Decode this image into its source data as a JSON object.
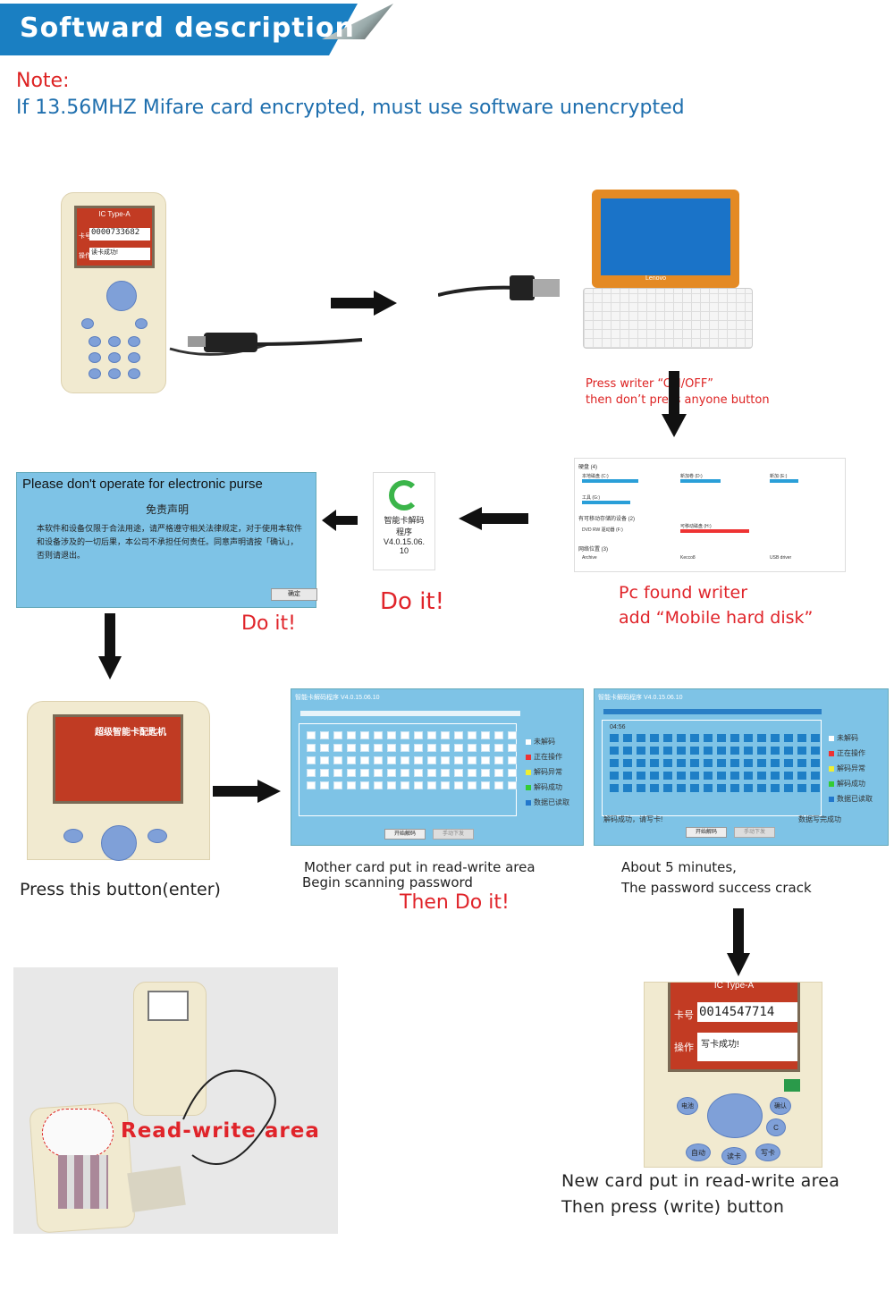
{
  "header": {
    "title": "Softward description"
  },
  "note": {
    "label": "Note:",
    "text": "If 13.56MHZ Mifare card encrypted, must use software unencrypted"
  },
  "step1": {
    "screen_title": "IC Type-A",
    "card_label": "卡号",
    "card_no": "0000733682",
    "op_label": "操作",
    "op_value": "读卡成功!"
  },
  "step2": {
    "laptop_brand": "Lenovo",
    "line1": "Press writer “ON/OFF”",
    "line2": "then don’t press anyone button"
  },
  "step3": {
    "disclaimer_title": "Please don't operate for electronic purse",
    "disclaimer_heading": "免责声明",
    "disclaimer_body": "本软件和设备仅限于合法用途，请严格遵守相关法律规定，对于使用本软件和设备涉及的一切后果，本公司不承担任何责任。同意声明请按「确认」，否则请退出。",
    "confirm_btn": "确定",
    "do_it_a": "Do it!",
    "icon_label1": "智能卡解码",
    "icon_label2": "程序",
    "icon_version": "V4.0.15.06.",
    "icon_version2": "10",
    "do_it_b": "Do it!",
    "drives_title": "硬盘 (4)",
    "removable_title": "有可移动存储的设备 (2)",
    "network_title": "网络位置 (3)",
    "drives": [
      "本地磁盘 (C:)",
      "新加卷 (D:)",
      "新加 (E:)",
      "工具 (G:)",
      "DVD RW 驱动器 (F:)",
      "可移动磁盘 (H:)",
      "Archive",
      "Kecco8",
      "USB driver"
    ],
    "pc_found": "Pc found writer",
    "pc_add": "add “Mobile hard disk”"
  },
  "step4": {
    "device_title": "超级智能卡配匙机",
    "press_enter": "Press this button(enter)",
    "app_title": "智能卡解码程序 V4.0.15.06.10",
    "legend": [
      "未解码",
      "正在操作",
      "解码异常",
      "解码成功",
      "数据已读取"
    ],
    "start_btn": "开始解码",
    "manual_btn": "手动下发",
    "mother_line1": "Mother card put in read-write area",
    "mother_line2": "Begin scanning password",
    "then_do_it": "Then Do it!",
    "timer": "04:56",
    "status_left": "解码成功，请写卡!",
    "status_right": "数据写完成功",
    "about_line1": "About 5 minutes,",
    "about_line2": "The password success crack"
  },
  "step5": {
    "rw_area": "Read-write area",
    "screen_title": "IC Type-A",
    "card_label": "卡号",
    "card_no": "0014547714",
    "op_label": "操作",
    "op_value": "写卡成功!",
    "btn_labels": [
      "电池",
      "确认",
      "C",
      "自动",
      "读卡",
      "写卡"
    ],
    "new_card": "New card put in read-write area",
    "then_press": "Then press (write) button"
  },
  "colors": {
    "accent": "#1a7fc2",
    "red": "#e0242a",
    "window": "#7ec3e6"
  }
}
